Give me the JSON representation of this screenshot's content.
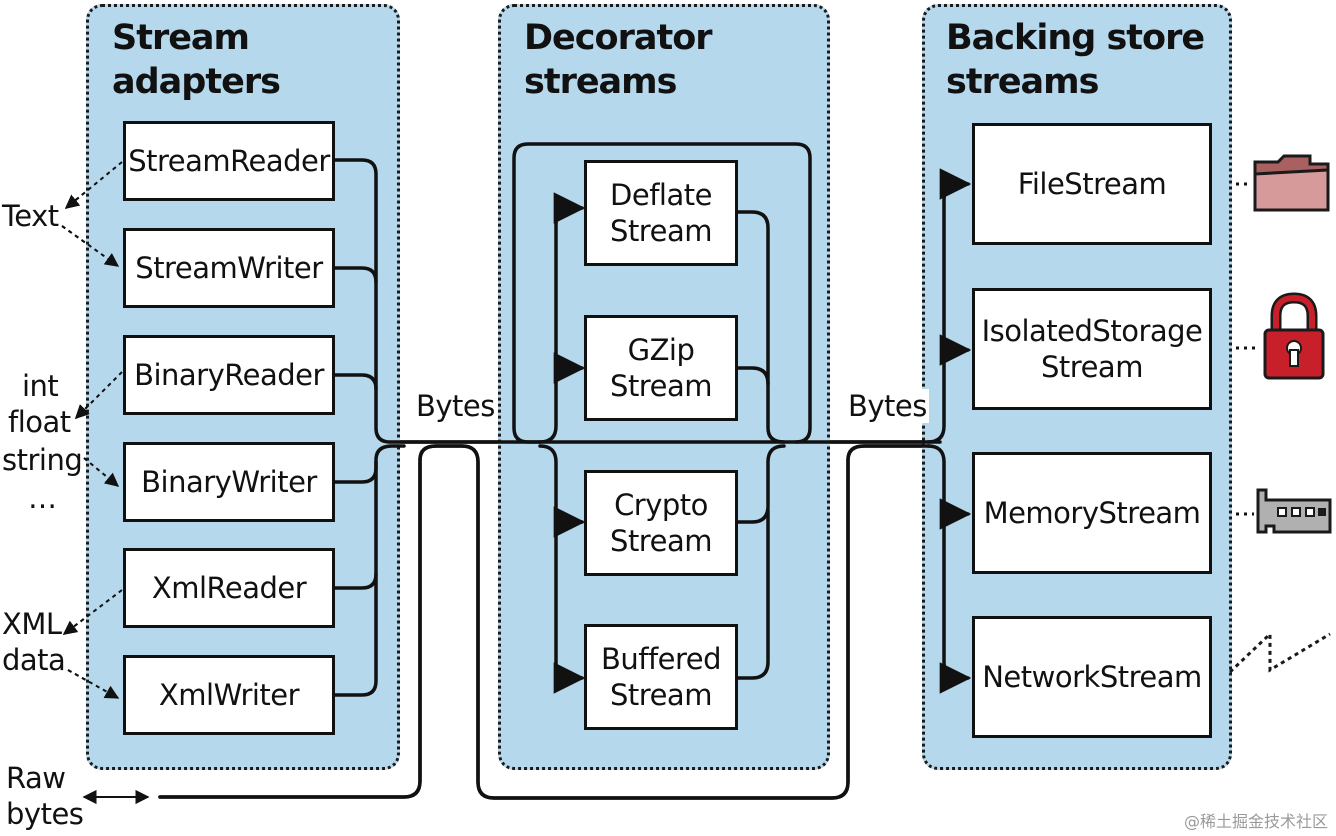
{
  "panels": {
    "adapters": {
      "title": "Stream\nadapters"
    },
    "decorators": {
      "title": "Decorator\nstreams"
    },
    "backing": {
      "title": "Backing store\nstreams"
    }
  },
  "adapters": [
    "StreamReader",
    "StreamWriter",
    "BinaryReader",
    "BinaryWriter",
    "XmlReader",
    "XmlWriter"
  ],
  "decorators": [
    "Deflate\nStream",
    "GZip\nStream",
    "Crypto\nStream",
    "Buffered\nStream"
  ],
  "backing": [
    "FileStream",
    "IsolatedStorage\nStream",
    "MemoryStream",
    "NetworkStream"
  ],
  "labels": {
    "text": "Text",
    "int": "int",
    "float": "float",
    "string": "string",
    "ellipsis": "…",
    "xml_data": "XML\ndata",
    "raw_bytes": "Raw\nbytes",
    "bytes_left": "Bytes",
    "bytes_right": "Bytes"
  },
  "icons": [
    "folder-icon",
    "padlock-icon",
    "memory-chip-icon",
    "network-lightning-icon"
  ],
  "colors": {
    "panel_fill": "#b5d8ec",
    "folder": "#c98a8a",
    "lock": "#c8202a",
    "chip": "#b0b0b0"
  },
  "watermark": "@稀土掘金技术社区"
}
